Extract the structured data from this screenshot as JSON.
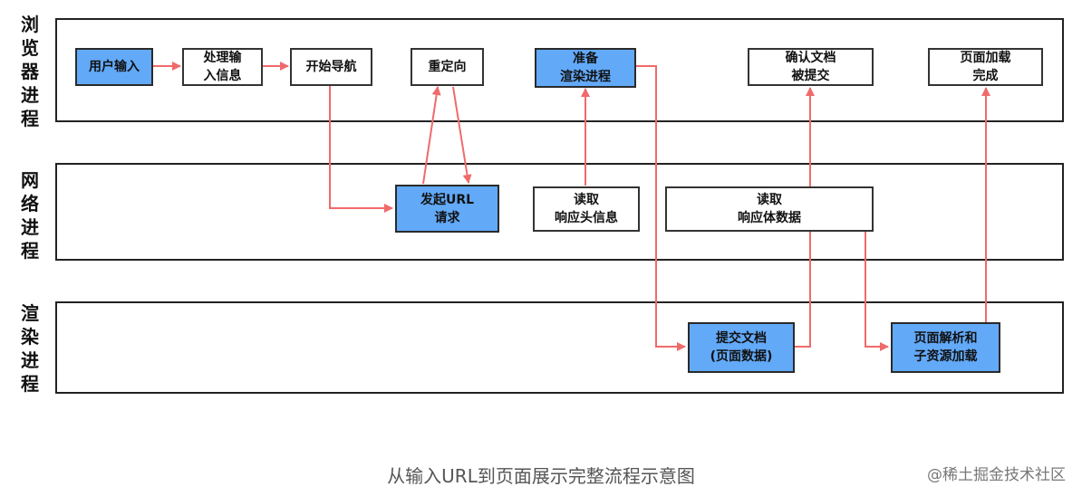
{
  "lanes": {
    "browser": "浏\n览\n器\n进\n程",
    "network": "网\n络\n进\n程",
    "render": "渲\n染\n进\n程"
  },
  "nodes": {
    "user_input": "用户输入",
    "process_input": "处理输\n入信息",
    "start_nav": "开始导航",
    "redirect": "重定向",
    "prepare_render": "准备\n渲染进程",
    "confirm_doc": "确认文档\n被提交",
    "page_loaded": "页面加载\n完成",
    "send_url": "发起URL\n请求",
    "read_header": "读取\n响应头信息",
    "read_body": "读取\n响应体数据",
    "commit_doc": "提交文档\n(页面数据)",
    "parse_page": "页面解析和\n子资源加载"
  },
  "colors": {
    "accent_blue": "#62a9f8",
    "arrow_red": "#f06a6a"
  },
  "caption": "从输入URL到页面展示完整流程示意图",
  "watermark": "@稀土掘金技术社区"
}
